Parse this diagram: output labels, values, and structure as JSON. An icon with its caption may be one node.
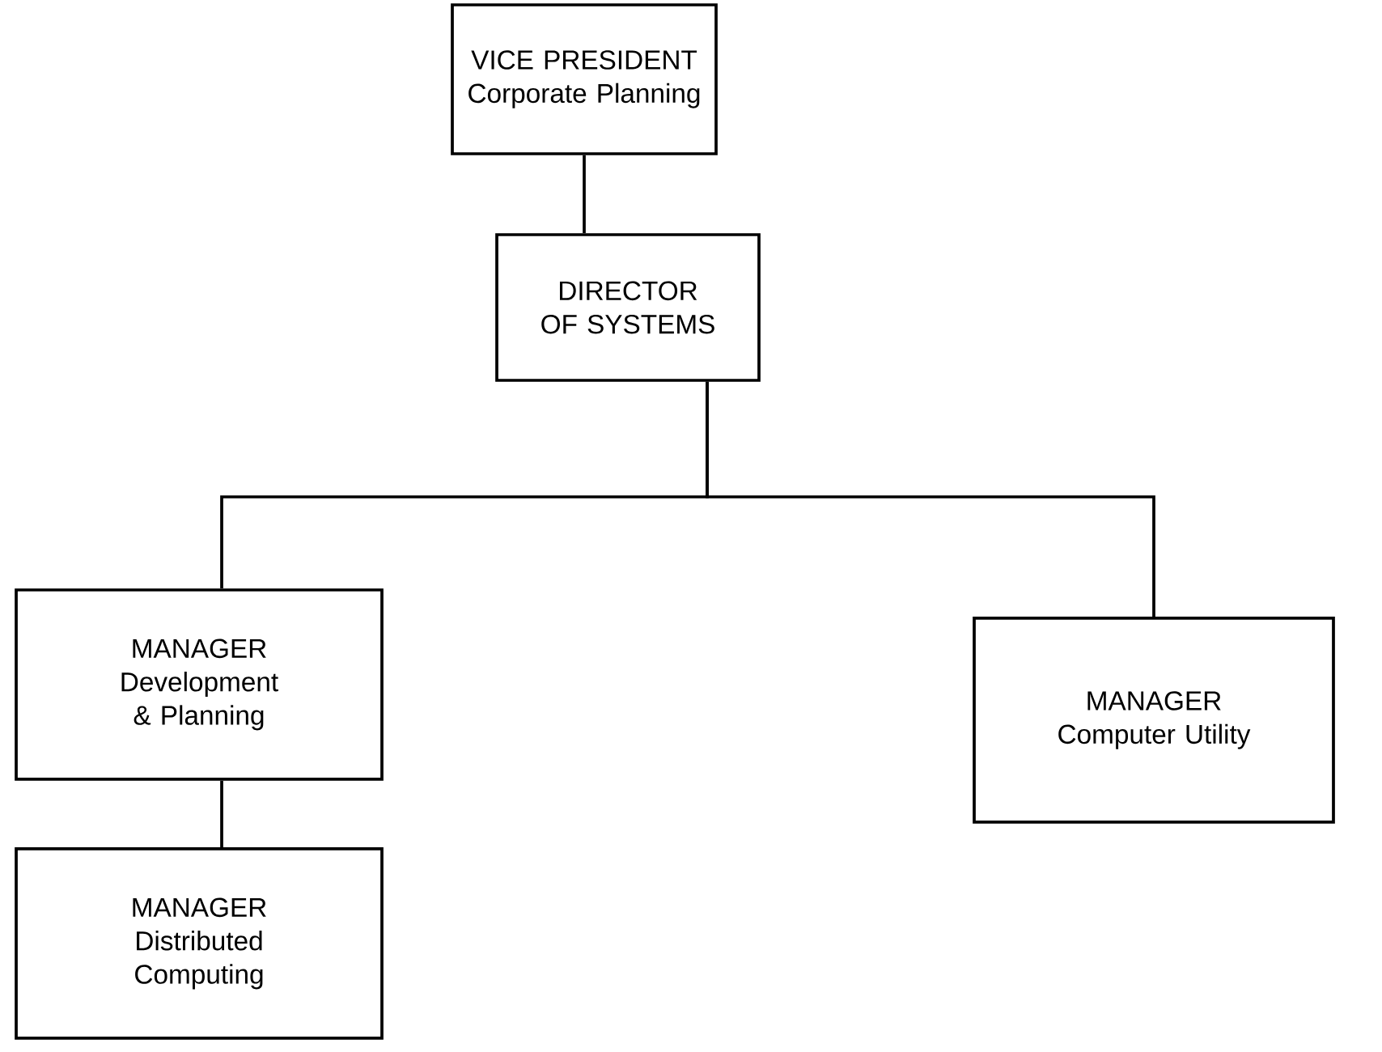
{
  "diagram": {
    "nodes": [
      {
        "text": [
          "VICE PRESIDENT",
          "Corporate Planning"
        ]
      },
      {
        "text": [
          "DIRECTOR OF SYSTEMS"
        ]
      },
      {
        "text": [
          "MANAGER",
          "Development & Planning"
        ]
      },
      {
        "text": [
          "MANAGER",
          "Computer Utility"
        ]
      },
      {
        "text": [
          "MANAGER",
          "Distributed Computing"
        ]
      }
    ],
    "edges": [
      {
        "from": 0,
        "to": 1,
        "arrow": "none"
      },
      {
        "from": 1,
        "to": 2,
        "arrow": "none"
      },
      {
        "from": 1,
        "to": 3,
        "arrow": "none"
      },
      {
        "from": 2,
        "to": 4,
        "arrow": "none"
      }
    ]
  }
}
